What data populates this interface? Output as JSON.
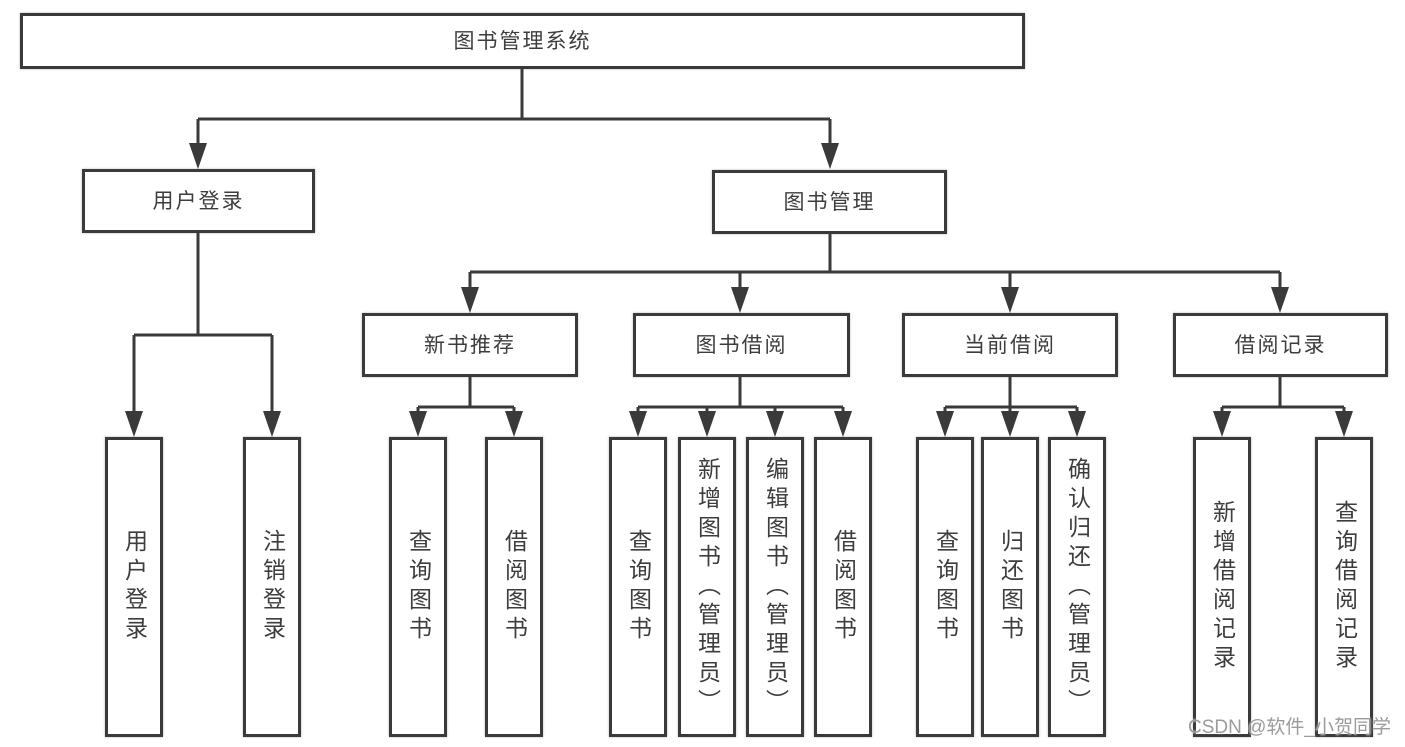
{
  "diagram": {
    "title": "图书管理系统",
    "root": {
      "label": "图书管理系统"
    },
    "level2": [
      {
        "id": "user-login",
        "label": "用户登录"
      },
      {
        "id": "book-management",
        "label": "图书管理"
      }
    ],
    "level3": [
      {
        "id": "new-book-recommend",
        "label": "新书推荐"
      },
      {
        "id": "book-borrow",
        "label": "图书借阅"
      },
      {
        "id": "current-borrow",
        "label": "当前借阅"
      },
      {
        "id": "borrow-records",
        "label": "借阅记录"
      }
    ],
    "leaves": {
      "user_login": [
        "用户登录",
        "注销登录"
      ],
      "new_books": [
        "查询图书",
        "借阅图书"
      ],
      "book_borrow": [
        "查询图书",
        "新增图书（管理员）",
        "编辑图书（管理员）",
        "借阅图书"
      ],
      "current_borrow": [
        "查询图书",
        "归还图书",
        "确认归还（管理员）"
      ],
      "borrow_records": [
        "新增借阅记录",
        "查询借阅记录"
      ]
    },
    "colors": {
      "line": "#3a3a3a",
      "text": "#3d3d3d",
      "background": "#ffffff",
      "watermark": "#9b9b9b"
    }
  },
  "watermark": {
    "text": "CSDN @软件_小贺同学"
  }
}
